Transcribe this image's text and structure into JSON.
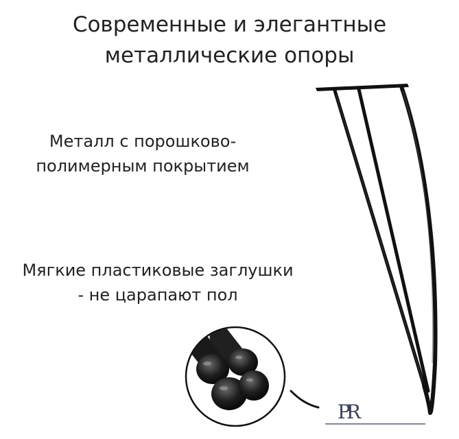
{
  "title": {
    "line1": "Современные и элегантные",
    "line2": "металлические опоры"
  },
  "features": {
    "metal": {
      "line1": "Металл с порошково-",
      "line2": "полимерным покрытием"
    },
    "caps": {
      "line1": "Мягкие пластиковые заглушки",
      "line2": "- не царапают пол"
    }
  },
  "brand": {
    "logo_text": "PR"
  },
  "colors": {
    "text": "#222222",
    "metal": "#111111",
    "background": "#ffffff",
    "logo": "#3a3f58"
  }
}
